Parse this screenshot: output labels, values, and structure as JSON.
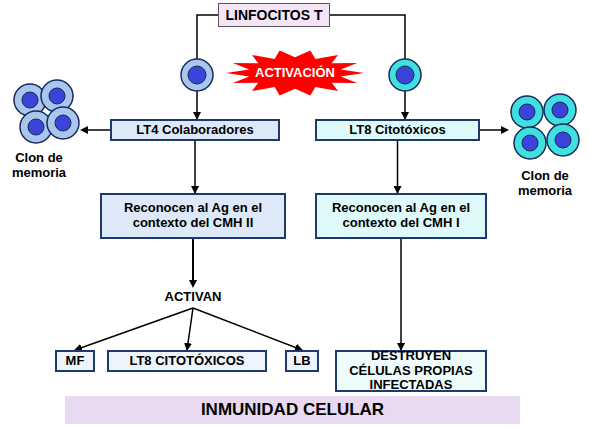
{
  "diagram": {
    "nodes": [
      {
        "text": [
          "LINFOCITOS T"
        ]
      },
      {
        "text": [
          "ACTIVACIÓN"
        ]
      },
      {
        "text": [
          "LT4 Colaboradores"
        ]
      },
      {
        "text": [
          "LT8 Citotóxicos"
        ]
      },
      {
        "text": [
          "Reconocen al Ag en el contexto del CMH II"
        ]
      },
      {
        "text": [
          "Reconocen al Ag en el contexto del CMH I"
        ]
      },
      {
        "text": [
          "MF"
        ]
      },
      {
        "text": [
          "LT8 CITOTÓXICOS"
        ]
      },
      {
        "text": [
          "LB"
        ]
      },
      {
        "text": [
          "DESTRUYEN CÉLULAS PROPIAS INFECTADAS"
        ]
      },
      {
        "text": [
          "INMUNIDAD CELULAR"
        ]
      }
    ],
    "edges": [
      {
        "from": 0,
        "to": 2,
        "arrow": "to"
      },
      {
        "from": 0,
        "to": 3,
        "arrow": "to"
      },
      {
        "from": 2,
        "to": 4,
        "arrow": "to"
      },
      {
        "from": 3,
        "to": 5,
        "arrow": "to"
      },
      {
        "from": 4,
        "to": 6,
        "arrow": "to"
      },
      {
        "from": 4,
        "to": 7,
        "arrow": "to"
      },
      {
        "from": 4,
        "to": 8,
        "arrow": "to"
      },
      {
        "from": 5,
        "to": 9,
        "arrow": "to"
      }
    ],
    "labels": [
      "Clon de memoria",
      "Clon de memoria",
      "ACTIVAN"
    ]
  }
}
